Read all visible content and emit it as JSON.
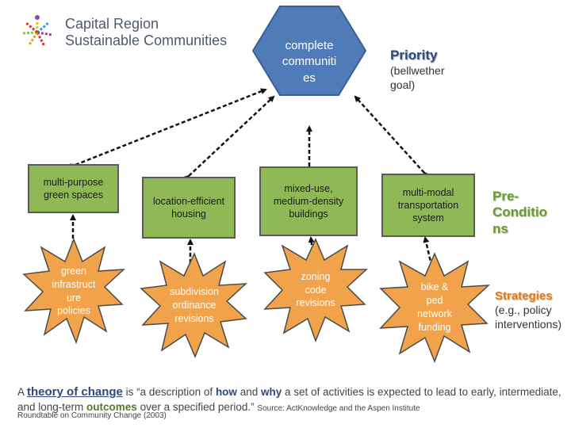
{
  "logo": {
    "line1": "Capital Region",
    "line2": "Sustainable Communities",
    "icon": "pinwheel-logo-icon",
    "colors": [
      "#e6332a",
      "#f39c12",
      "#f1c40f",
      "#8cc63f",
      "#3498db",
      "#8e44ad"
    ]
  },
  "goal": {
    "lines": [
      "complete",
      "communiti",
      "es"
    ],
    "color": "#4f7bb9"
  },
  "priority_label": {
    "title": "Priority",
    "sub_lines": [
      "(bellwether",
      "goal)"
    ]
  },
  "preconditions_label": {
    "title_lines": [
      "Pre-",
      "Conditio",
      "ns"
    ]
  },
  "strategies_label": {
    "title": "Strategies",
    "sub_lines": [
      "(e.g., policy",
      "interventions)"
    ]
  },
  "preconditions": [
    {
      "lines": [
        "multi-purpose",
        "green spaces"
      ]
    },
    {
      "lines": [
        "location-efficient",
        "housing"
      ]
    },
    {
      "lines": [
        "mixed-use,",
        "medium-density",
        "buildings"
      ]
    },
    {
      "lines": [
        "multi-modal",
        "transportation",
        "system"
      ]
    }
  ],
  "strategies": [
    {
      "lines": [
        "green",
        "infrastruct",
        "ure",
        "policies"
      ]
    },
    {
      "lines": [
        "subdivision",
        "ordinance",
        "revisions"
      ]
    },
    {
      "lines": [
        "zoning",
        "code",
        "revisions"
      ]
    },
    {
      "lines": [
        "bike &",
        "ped",
        "network",
        "funding"
      ]
    }
  ],
  "footer": {
    "part1": "A ",
    "term": "theory of change",
    "part2": " is “a description of ",
    "how": "how",
    "part3": " and ",
    "why": "why",
    "part4": " a set of activities is expected to lead to early, intermediate, and long-term ",
    "outcomes": "outcomes",
    "part5": " over a specified period.” ",
    "source": "Source: ActKnowledge and the Aspen Institute",
    "source2": "Roundtable on Community Change (2003)"
  },
  "colors": {
    "precondition_fill": "#8fb957",
    "strategy_fill": "#f0a34a",
    "strategy_stroke": "#4a4a4a",
    "goal_fill": "#4f7bb9"
  }
}
